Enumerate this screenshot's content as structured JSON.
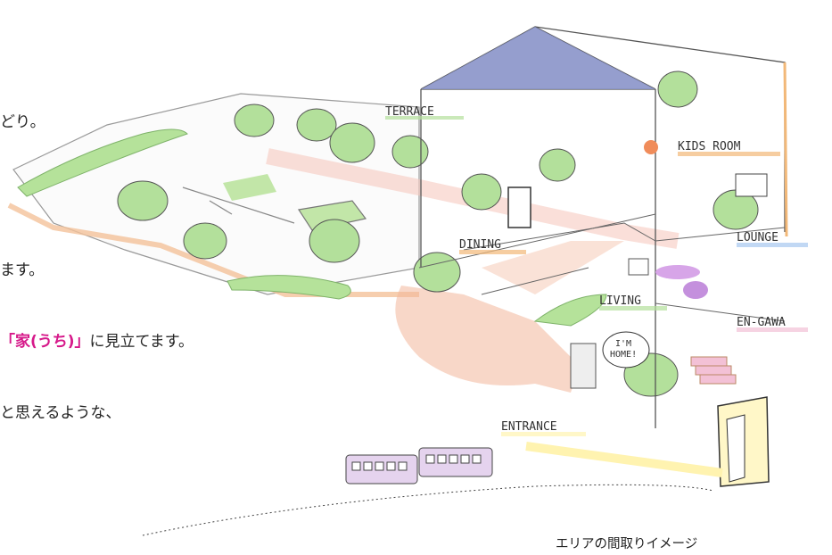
{
  "text_lines": {
    "line1": "どり。",
    "line2": "ます。",
    "line3_highlight": "「家(うち)」",
    "line3_rest": "に見立てます。",
    "line4": "と思えるような、"
  },
  "area_labels": {
    "terrace": "TERRACE",
    "kids_room": "KIDS ROOM",
    "dining": "DINING",
    "lounge": "LOUNGE",
    "living": "LIVING",
    "en_gawa": "EN-GAWA",
    "im_home_1": "I'M",
    "im_home_2": "HOME!",
    "entrance": "ENTRANCE"
  },
  "caption": "エリアの間取りイメージ",
  "colors": {
    "accent": "#d6198a",
    "roof": "#8a93c9",
    "tree": "#a9dc8e",
    "path": "#f1b48c",
    "hedge": "#b5e29a"
  }
}
